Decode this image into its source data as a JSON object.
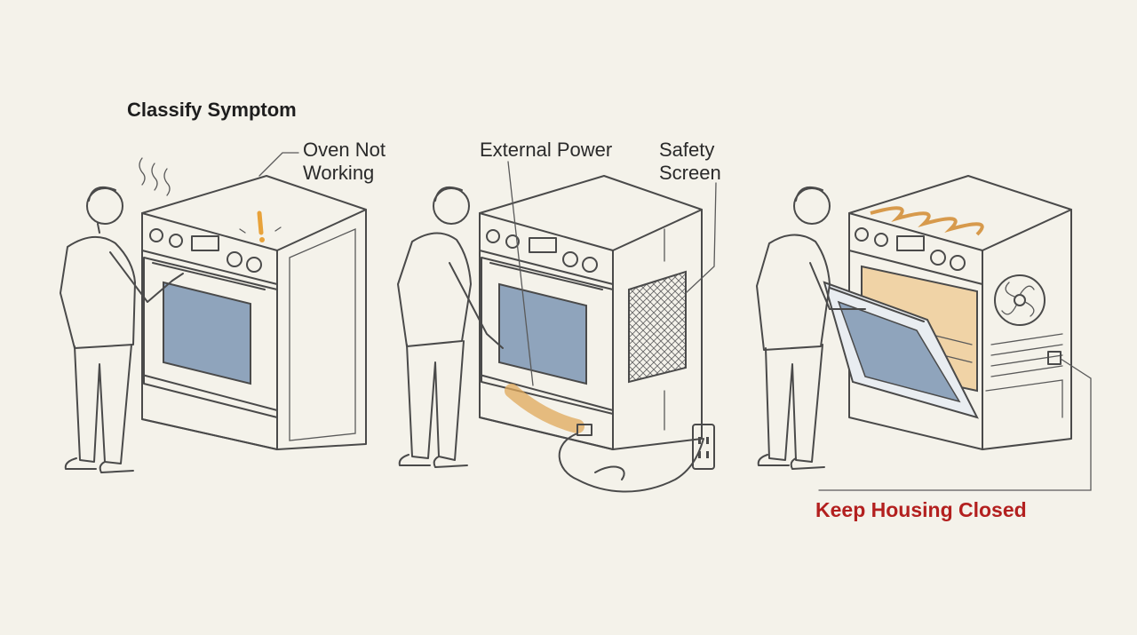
{
  "labels": {
    "classify": "Classify Symptom",
    "oven_not_working": "Oven Not\nWorking",
    "external_power": "External Power",
    "safety_screen": "Safety\nScreen",
    "keep_housing_closed": "Keep Housing Closed"
  },
  "colors": {
    "background": "#f4f2ea",
    "ink": "#4a4a4a",
    "glass": "#8fa4bc",
    "heat_orange": "#e0a85a",
    "warning_red": "#b3201f",
    "alert_orange": "#e8a23a"
  },
  "icons": [
    "alert-exclamation-icon",
    "wall-outlet-icon",
    "cooling-fan-icon",
    "heating-element-icon"
  ]
}
